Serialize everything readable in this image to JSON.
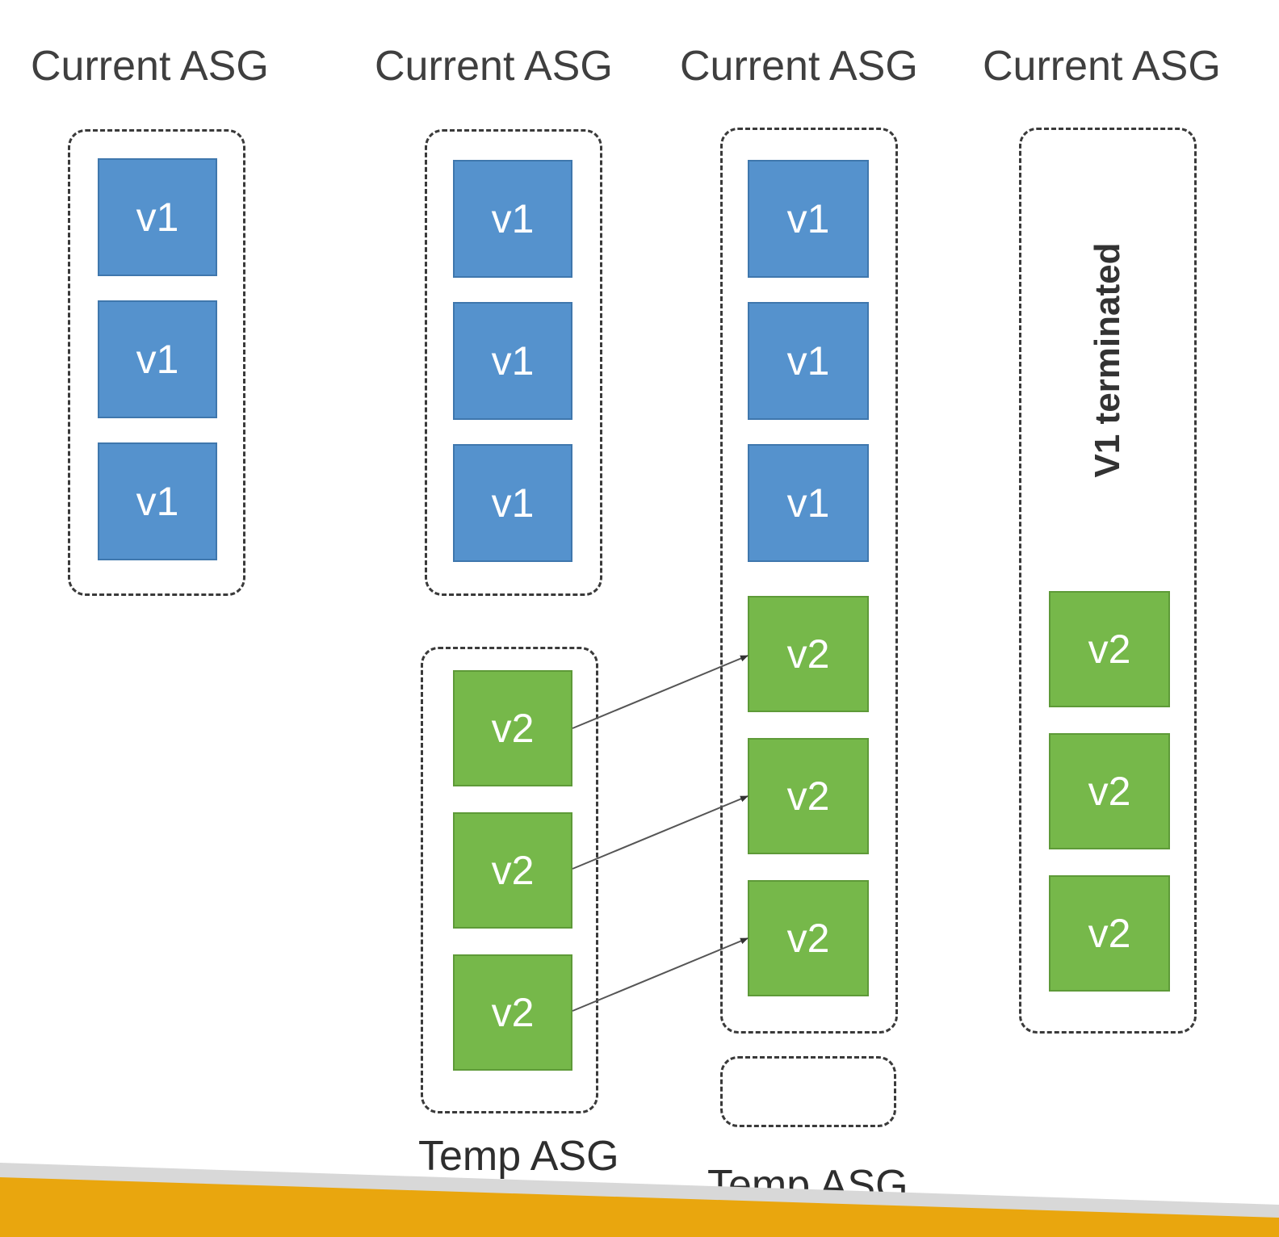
{
  "columns": [
    {
      "title": "Current ASG",
      "current_instances": [
        "v1",
        "v1",
        "v1"
      ]
    },
    {
      "title": "Current ASG",
      "current_instances": [
        "v1",
        "v1",
        "v1"
      ],
      "temp_group_label": "Temp ASG",
      "temp_instances": [
        "v2",
        "v2",
        "v2"
      ]
    },
    {
      "title": "Current ASG",
      "current_instances": [
        "v1",
        "v1",
        "v1",
        "v2",
        "v2",
        "v2"
      ],
      "temp_group_label": "Temp ASG"
    },
    {
      "title": "Current ASG",
      "note": "V1 terminated",
      "current_instances": [
        "v2",
        "v2",
        "v2"
      ]
    }
  ],
  "colors": {
    "v1": "#5592cd",
    "v2": "#76b84a",
    "footer_bar": "#e9a60e"
  }
}
